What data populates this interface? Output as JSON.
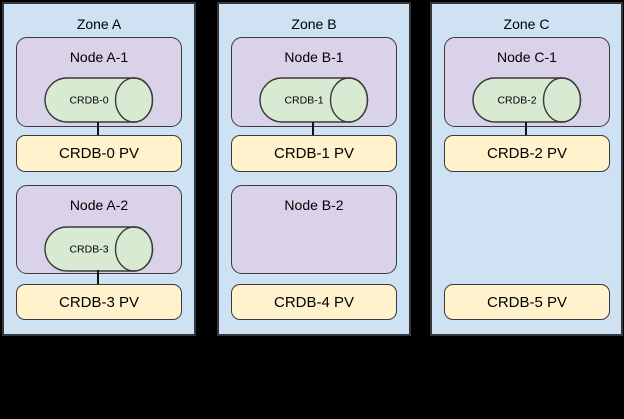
{
  "palette": {
    "zone-fill": "#cfe2f3",
    "node-fill": "#d9d2e9",
    "pod-fill": "#d9ead3",
    "pv-fill": "#fff2cc",
    "border-dark": "#33373c",
    "border-shape": "#3a3a3a"
  },
  "zones": [
    {
      "title": "Zone A",
      "nodes": [
        {
          "label": "Node A-1",
          "pod": "CRDB-0"
        },
        {
          "label": "Node A-2",
          "pod": "CRDB-3"
        }
      ],
      "pvs": [
        {
          "label": "CRDB-0 PV"
        },
        {
          "label": "CRDB-3 PV"
        }
      ]
    },
    {
      "title": "Zone B",
      "nodes": [
        {
          "label": "Node B-1",
          "pod": "CRDB-1"
        },
        {
          "label": "Node B-2"
        }
      ],
      "pvs": [
        {
          "label": "CRDB-1 PV"
        },
        {
          "label": "CRDB-4 PV"
        }
      ]
    },
    {
      "title": "Zone C",
      "nodes": [
        {
          "label": "Node C-1",
          "pod": "CRDB-2"
        }
      ],
      "pvs": [
        {
          "label": "CRDB-2 PV"
        },
        {
          "label": "CRDB-5 PV"
        }
      ]
    }
  ]
}
